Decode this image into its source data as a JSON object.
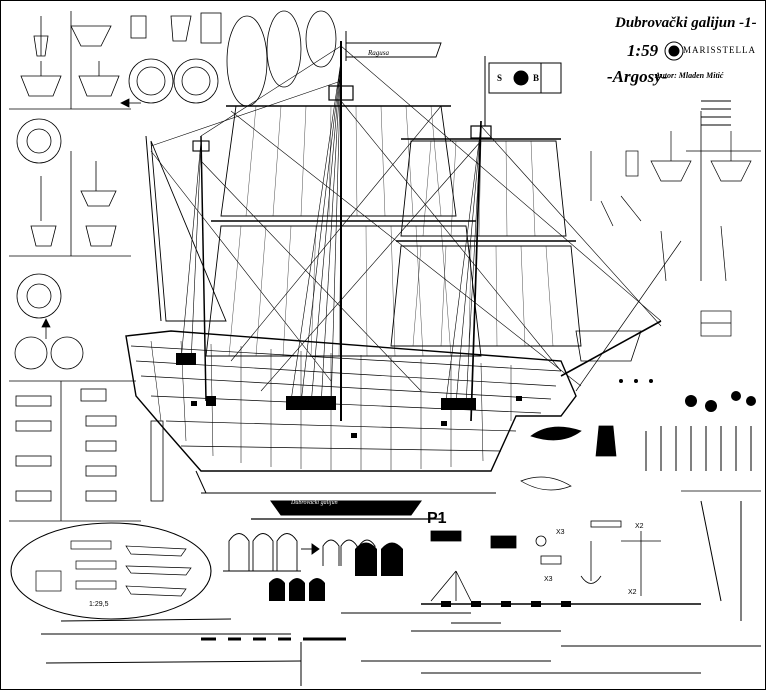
{
  "title": {
    "main": "Dubrovački galijun -1-",
    "scale": "1:59",
    "name": "-Argosy-",
    "brand": "MARISSTELLA",
    "author": "Autor: Mladen Mitić"
  },
  "labels": {
    "banner": "Ragusa",
    "flag_left": "S",
    "flag_right": "B",
    "plate": "Dubrovački galijun",
    "part": "P1",
    "detail_scale": "1:29,5",
    "x2_a": "X2",
    "x2_b": "X2",
    "x3_a": "X3",
    "x3_b": "X3"
  }
}
